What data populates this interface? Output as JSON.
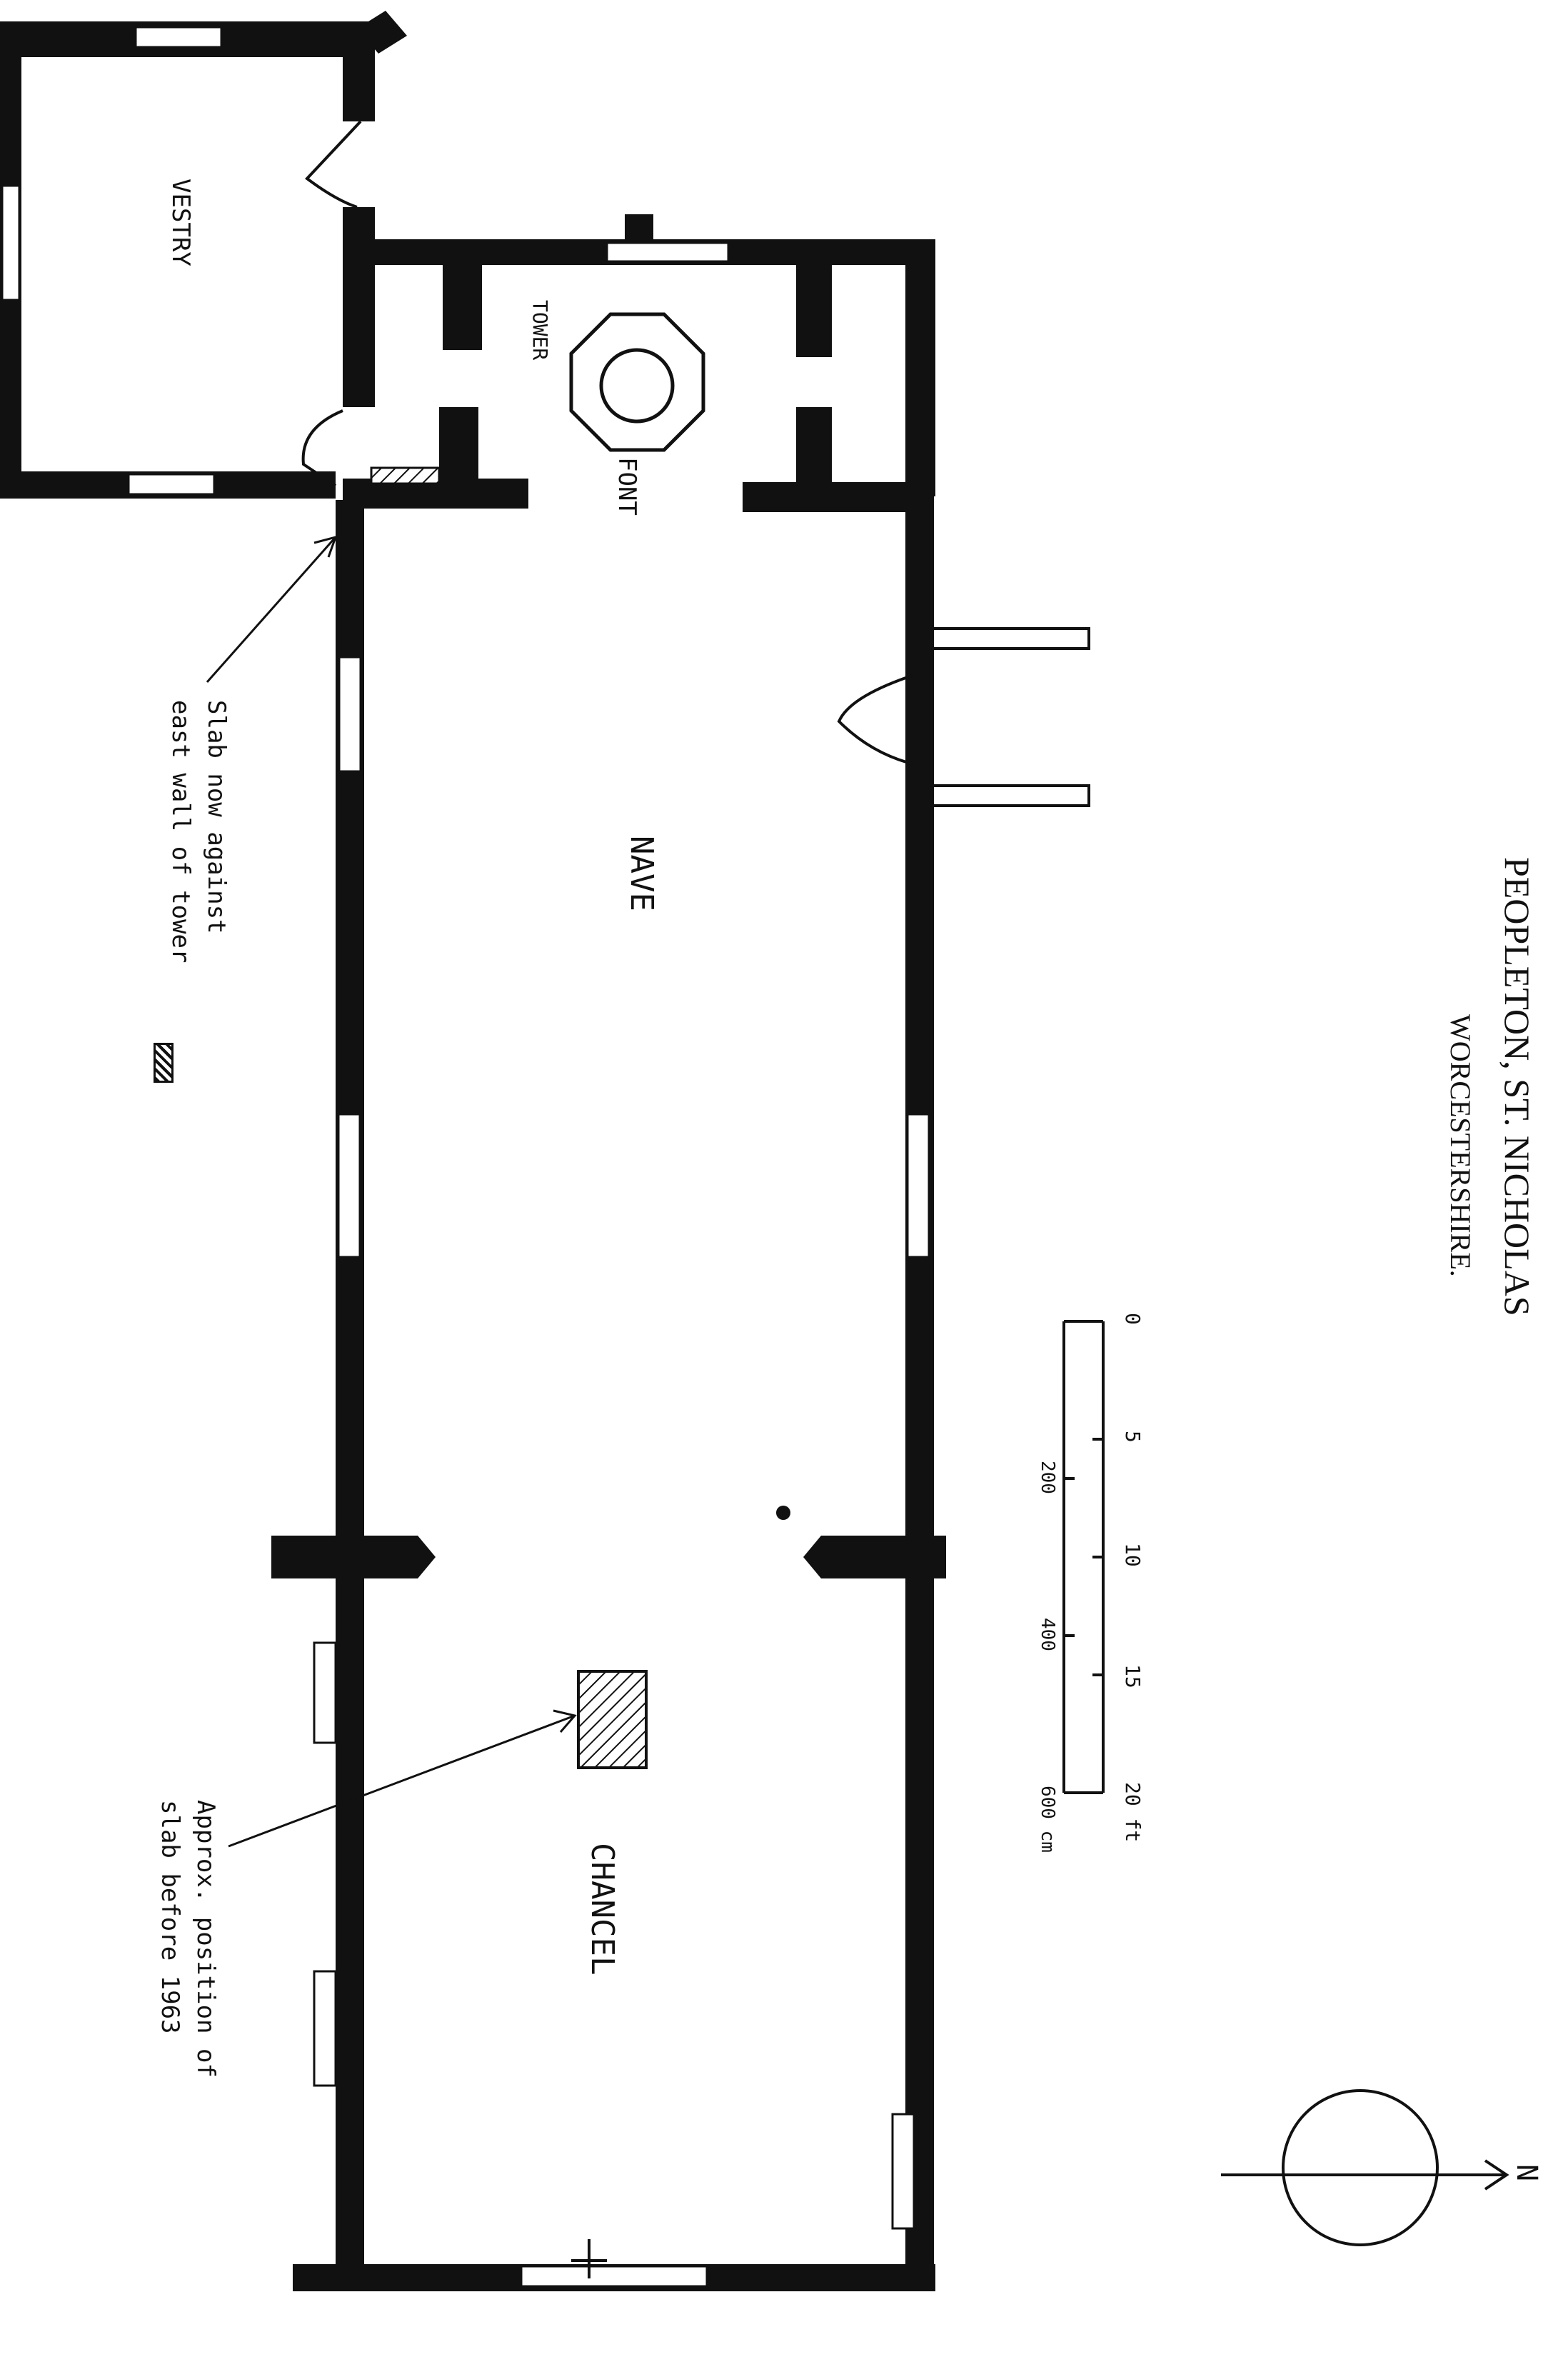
{
  "title": {
    "line1": "PEOPLETON, ST. NICHOLAS",
    "line2": "WORCESTERSHIRE."
  },
  "rooms": {
    "vestry": "VESTRY",
    "tower": "TOWER",
    "font": "FONT",
    "nave": "NAVE",
    "chancel": "CHANCEL"
  },
  "notes": {
    "slab_now_line1": "Slab now against",
    "slab_now_line2": "east wall of tower",
    "slab_before_line1": "Approx. position of",
    "slab_before_line2": "slab before 1963"
  },
  "scale": {
    "feet_ticks": [
      "0",
      "5",
      "10",
      "15",
      "20 ft"
    ],
    "cm_ticks": [
      "200",
      "400",
      "600 cm"
    ]
  },
  "compass": {
    "north": "N"
  },
  "colors": {
    "ink": "#111111",
    "paper": "#ffffff"
  }
}
